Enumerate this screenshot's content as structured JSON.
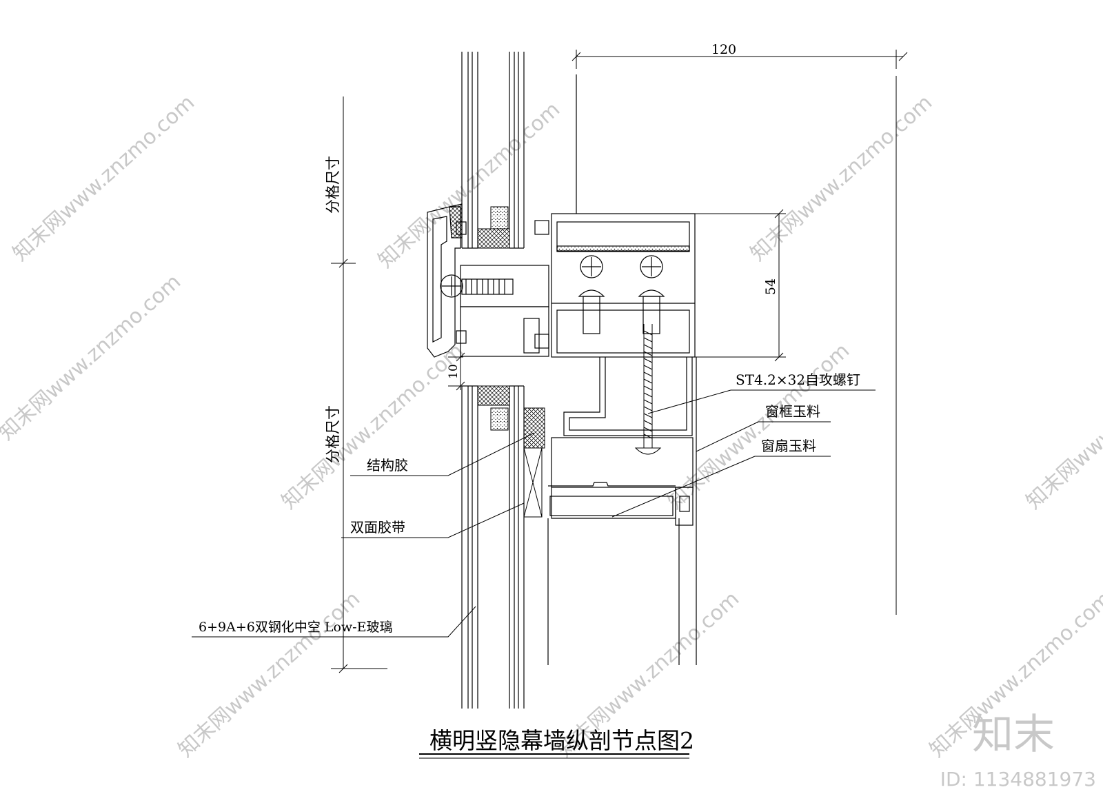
{
  "title": "横明竖隐幕墙纵剖节点图2",
  "dimensions": {
    "top_width": "120",
    "height": "54",
    "gap": "10",
    "module_upper": "分格尺寸",
    "module_lower": "分格尺寸"
  },
  "callouts": {
    "screw": "ST4.2×32自攻螺钉",
    "frame_profile": "窗框玉料",
    "sash_profile": "窗扇玉料",
    "structural_sealant": "结构胶",
    "double_sided_tape": "双面胶带",
    "glass": "6+9A+6双钢化中空 Low-E玻璃"
  },
  "brand": {
    "logo_text": "知末",
    "id_text": "ID: 1134881973",
    "watermark": "知末网www.znzmo.com"
  }
}
